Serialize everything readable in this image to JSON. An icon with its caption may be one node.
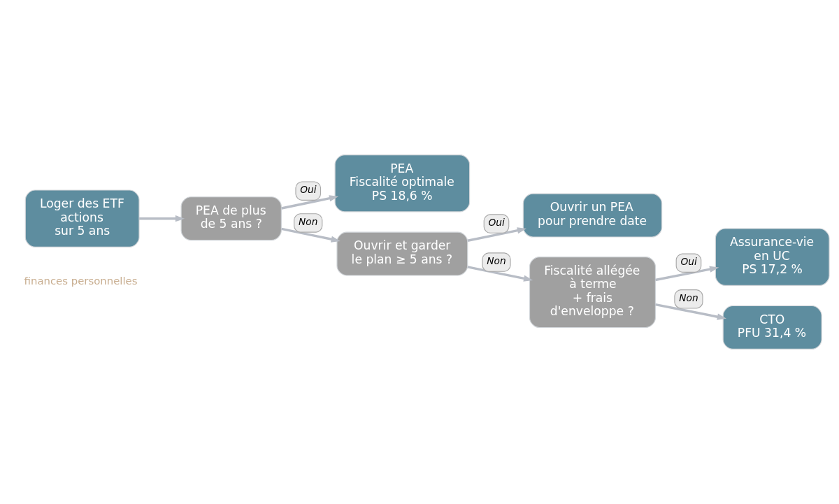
{
  "diagram": {
    "nodes": [
      {
        "text": [
          "Loger des ETF actions sur 5 ans"
        ]
      },
      {
        "text": [
          "PEA de plus de 5 ans ?"
        ]
      },
      {
        "text": [
          "PEA",
          "Fiscalité optimale",
          "PS 18,6 %"
        ]
      },
      {
        "text": [
          "Ouvrir et garder le plan ≥ 5 ans ?"
        ]
      },
      {
        "text": [
          "Ouvrir un PEA pour prendre date"
        ]
      },
      {
        "text": [
          "Fiscalité allégée à terme + frais d'enveloppe ?"
        ]
      },
      {
        "text": [
          "Assurance-vie en UC",
          "PS 17,2 %"
        ]
      },
      {
        "text": [
          "CTO",
          "PFU 31,4 %"
        ]
      }
    ],
    "edges": [
      {
        "from": 0,
        "to": 1,
        "arrow": "to"
      },
      {
        "from": 1,
        "to": 2,
        "arrow": "to",
        "label": "Oui"
      },
      {
        "from": 1,
        "to": 3,
        "arrow": "to",
        "label": "Non"
      },
      {
        "from": 3,
        "to": 4,
        "arrow": "to",
        "label": "Oui"
      },
      {
        "from": 3,
        "to": 5,
        "arrow": "to",
        "label": "Non"
      },
      {
        "from": 5,
        "to": 6,
        "arrow": "to",
        "label": "Oui"
      },
      {
        "from": 5,
        "to": 7,
        "arrow": "to",
        "label": "Non"
      }
    ],
    "labels": [
      "finances personnelles"
    ]
  }
}
